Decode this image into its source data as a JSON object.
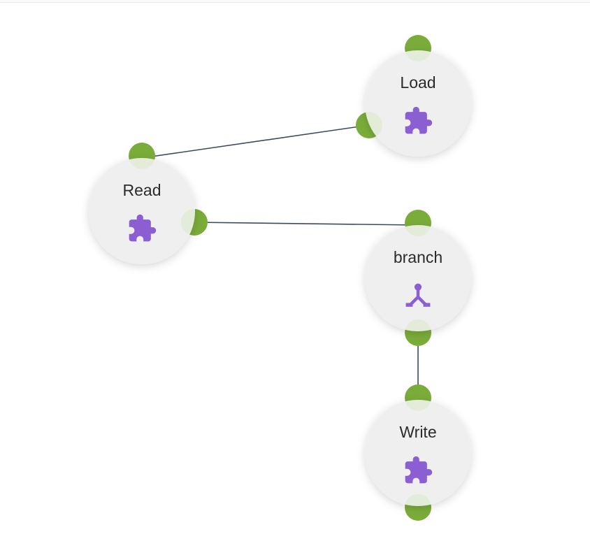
{
  "colors": {
    "node_fill": "#efefef",
    "port_fill": "#7aac3a",
    "port_overlay": "#d9e8c6",
    "edge_stroke": "#3d4a5c",
    "icon_fill": "#8b5fd1"
  },
  "nodes": [
    {
      "id": "read",
      "label": "Read",
      "icon": "puzzle-icon"
    },
    {
      "id": "load",
      "label": "Load",
      "icon": "puzzle-icon"
    },
    {
      "id": "branch",
      "label": "branch",
      "icon": "branch-icon"
    },
    {
      "id": "write",
      "label": "Write",
      "icon": "puzzle-icon"
    }
  ],
  "edges": [
    {
      "from": "read",
      "to": "load"
    },
    {
      "from": "read",
      "to": "branch"
    },
    {
      "from": "branch",
      "to": "write"
    }
  ]
}
